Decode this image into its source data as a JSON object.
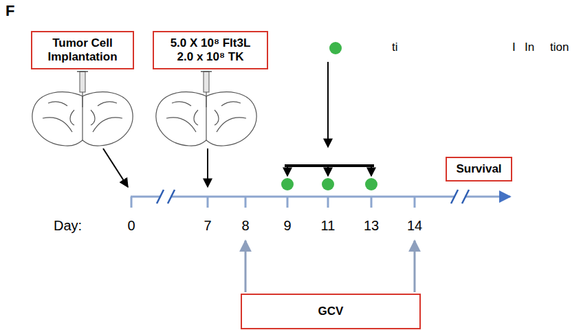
{
  "diagram": {
    "nodes": [
      {
        "text": [
          "Tumor Cell",
          "Implantation"
        ]
      },
      {
        "text": [
          "5.0 X 10⁸ Flt3L",
          "2.0 x 10⁸ TK"
        ]
      },
      {
        "text": [
          "Survival"
        ]
      },
      {
        "text": [
          "GCV"
        ]
      }
    ],
    "labels": [
      "F",
      "ti",
      "I",
      "In",
      "tion",
      "Day:",
      "0",
      "7",
      "8",
      "9",
      "11",
      "13",
      "14"
    ]
  }
}
